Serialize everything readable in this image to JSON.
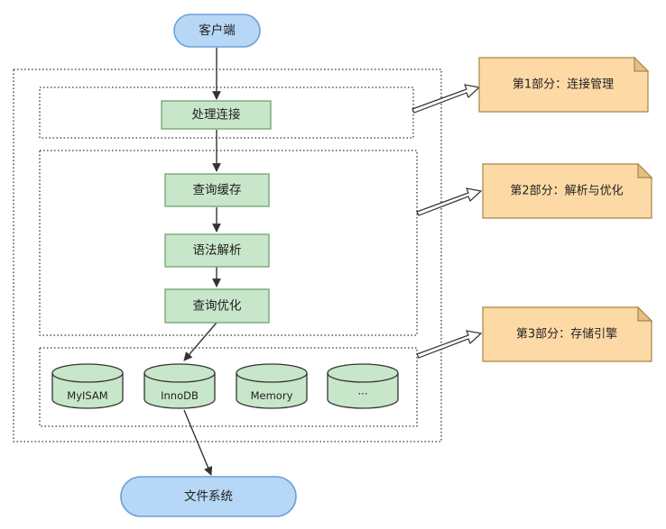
{
  "client": {
    "label": "客户端"
  },
  "steps": {
    "connection": "处理连接",
    "cache": "查询缓存",
    "parse": "语法解析",
    "optimize": "查询优化"
  },
  "engines": [
    "MyISAM",
    "InnoDB",
    "Memory",
    "···"
  ],
  "filesystem": {
    "label": "文件系统"
  },
  "notes": [
    "第1部分：连接管理",
    "第2部分：解析与优化",
    "第3部分：存储引擎"
  ],
  "colors": {
    "terminal_fill": "#b6d7f5",
    "step_fill": "#c8e6c9",
    "note_fill": "#fdd9a6"
  }
}
